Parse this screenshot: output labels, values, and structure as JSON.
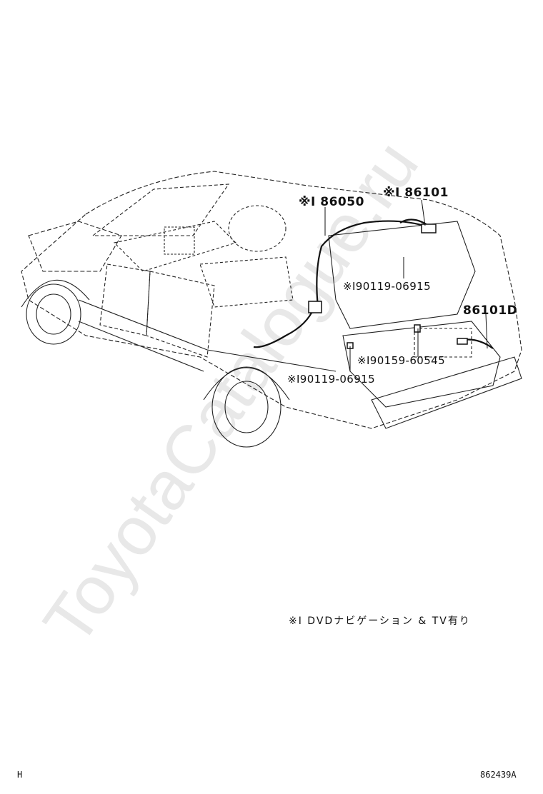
{
  "watermark": "ToyotaCatalogue.ru",
  "labels": {
    "part_86050": "※I 86050",
    "part_86101": "※I 86101",
    "part_190119_a": "※I90119-06915",
    "part_86101D": "86101D",
    "part_190159": "※I90159-60545",
    "part_190119_b": "※I90119-06915"
  },
  "note": "※I DVDナビゲーション & TV有り",
  "corner_left": "H",
  "corner_right": "862439A"
}
